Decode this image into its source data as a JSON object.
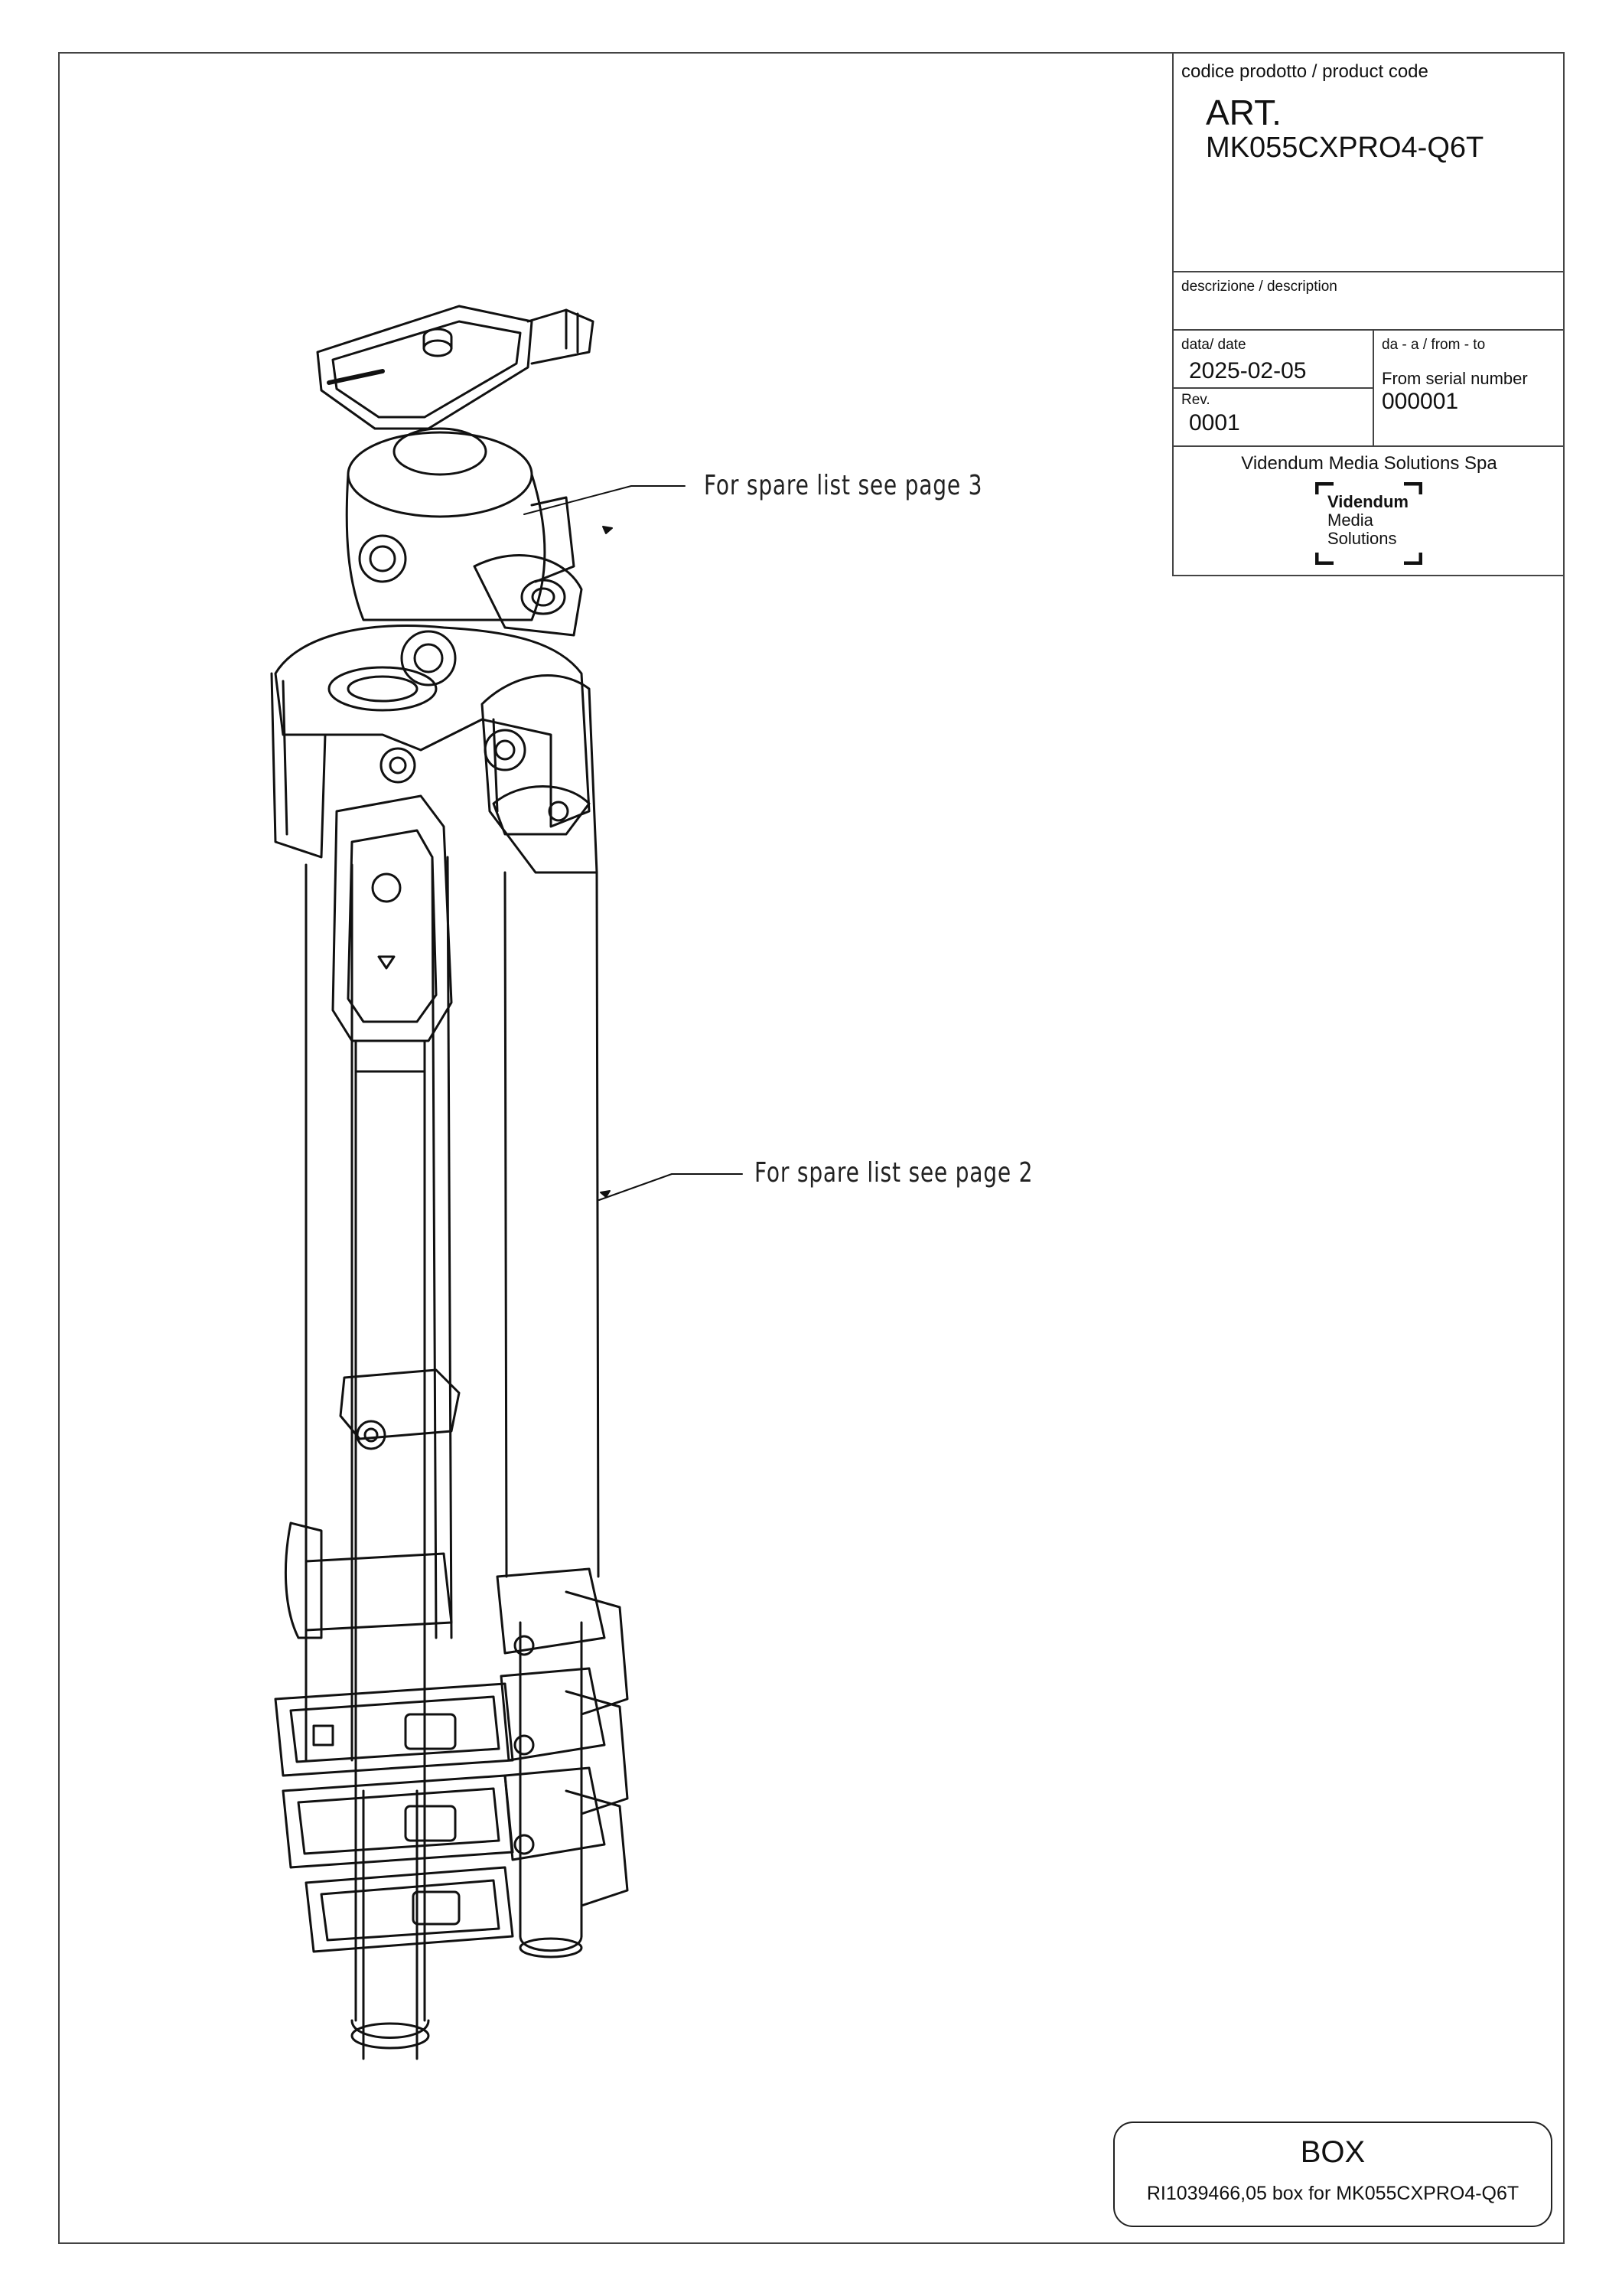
{
  "title_block": {
    "product_code_label": "codice prodotto / product code",
    "art_prefix": "ART.",
    "product_code": "MK055CXPRO4-Q6T",
    "description_label": "descrizione / description",
    "date_label": "data/ date",
    "date_value": "2025-02-05",
    "from_to_label": "da - a / from - to",
    "from_serial_label": "From serial number",
    "serial_value": "000001",
    "rev_label": "Rev.",
    "rev_value": "0001",
    "company_name": "Videndum Media Solutions Spa",
    "logo_text_line1": "Videndum",
    "logo_text_line2": "Media",
    "logo_text_line3": "Solutions"
  },
  "callouts": {
    "head_note": "For spare list see page 3",
    "legs_note": "For spare list see page 2"
  },
  "box_label": {
    "title": "BOX",
    "subtitle": "RI1039466,05 box for MK055CXPRO4-Q6T"
  }
}
